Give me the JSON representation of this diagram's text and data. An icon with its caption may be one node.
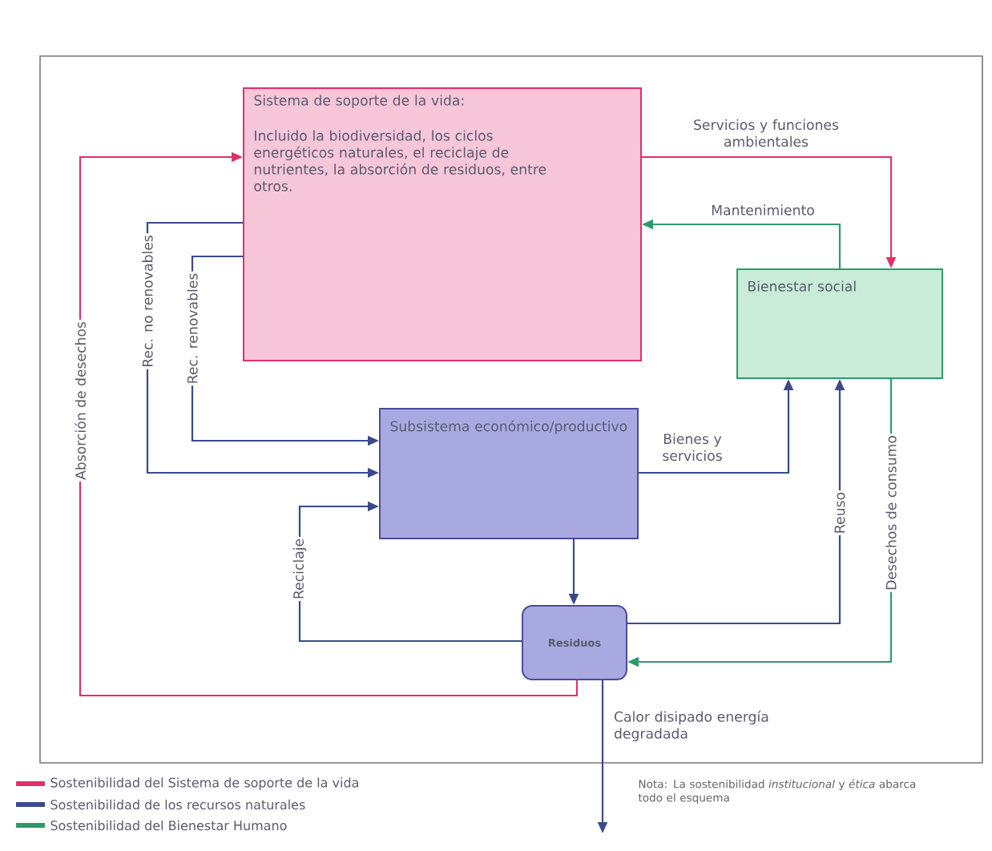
{
  "diagram": {
    "nodes": [
      {
        "text": [
          "Sistema de soporte de la vida:",
          "Incluido la biodiversidad, los ciclos energéticos naturales, el reciclaje de nutrientes, la absorción de residuos, entre otros."
        ]
      },
      {
        "text": [
          "Bienestar social"
        ]
      },
      {
        "text": [
          "Subsistema económico/productivo"
        ]
      },
      {
        "text": [
          "Residuos"
        ]
      }
    ],
    "edges": [
      {
        "from": 3,
        "to": 0,
        "arrow": "to",
        "label": "Absorción de desechos",
        "color": "#e0306a"
      },
      {
        "from": 0,
        "to": 1,
        "arrow": "to",
        "label": "Servicios y funciones ambientales",
        "color": "#e0306a"
      },
      {
        "from": 1,
        "to": 0,
        "arrow": "to",
        "label": "Mantenimiento",
        "color": "#2e9a6a"
      },
      {
        "from": 0,
        "to": 2,
        "arrow": "to",
        "label": "Rec. no renovables"
      },
      {
        "from": 0,
        "to": 2,
        "arrow": "to",
        "label": "Rec. renovables"
      },
      {
        "from": 2,
        "to": 1,
        "arrow": "to",
        "label": "Bienes y servicios"
      },
      {
        "from": 2,
        "to": 3,
        "arrow": "to"
      },
      {
        "from": 3,
        "to": 2,
        "arrow": "to",
        "label": "Reciclaje"
      },
      {
        "from": 3,
        "to": 1,
        "arrow": "to",
        "label": "Reuso"
      },
      {
        "from": 1,
        "to": 3,
        "arrow": "to",
        "label": "Desechos de consumo",
        "color": "#2e9a6a"
      },
      {
        "from": 3,
        "to": null,
        "arrow": "to",
        "label": "Calor disipado energía degradada"
      }
    ],
    "labels": [
      "Nota: La sostenibilidad *institucional* y *ética* abarca todo el esquema"
    ],
    "legend": [
      {
        "text": "Sostenibilidad del Sistema de soporte de la vida",
        "color": "#e0306a"
      },
      {
        "text": "Sostenibilidad de los recursos naturales",
        "color": "#3a4a8a"
      },
      {
        "text": "Sostenibilidad del Bienestar Humano",
        "color": "#2e9a6a"
      }
    ]
  }
}
